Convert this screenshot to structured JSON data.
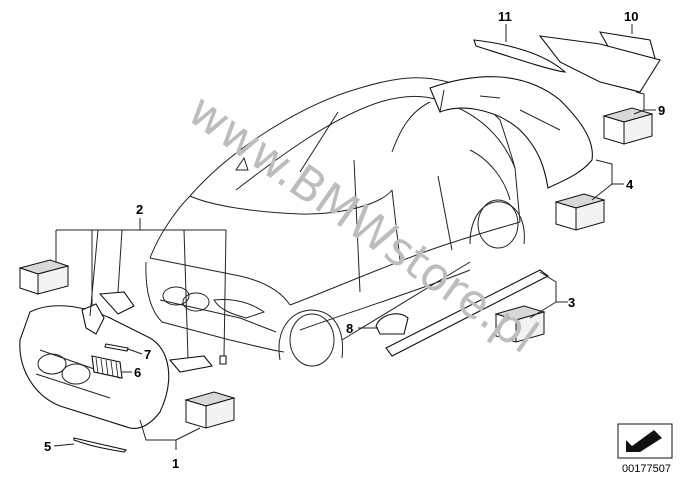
{
  "diagram": {
    "callouts": {
      "c1": "1",
      "c2": "2",
      "c3": "3",
      "c4": "4",
      "c5": "5",
      "c6": "6",
      "c7": "7",
      "c8": "8",
      "c9": "9",
      "c10": "10",
      "c11": "11"
    },
    "watermark": "www.BMWstore.pl",
    "reference_number": "00177507",
    "icon": "direction-arrow-icon"
  }
}
